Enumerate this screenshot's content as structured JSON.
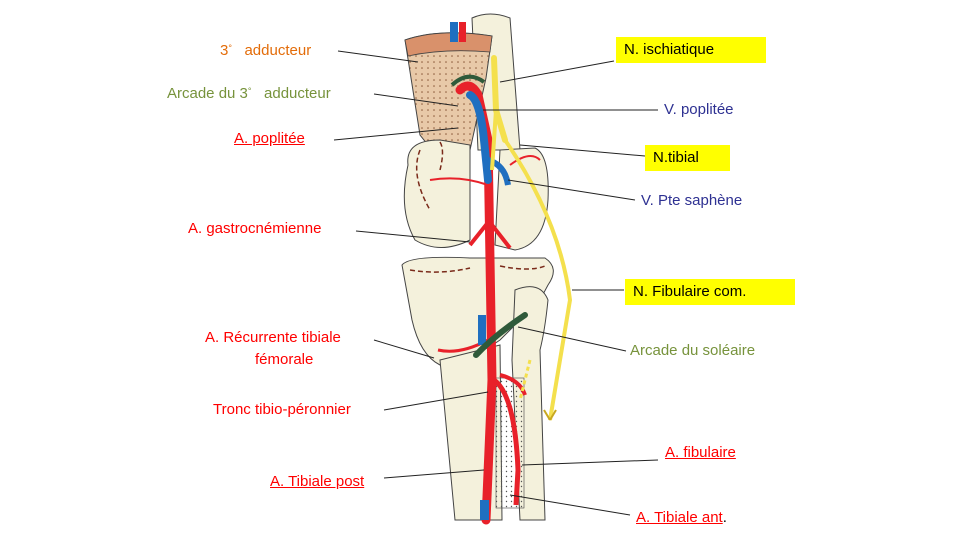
{
  "colors": {
    "orange": "#e36c09",
    "green": "#77933c",
    "red": "#ff0000",
    "blue": "#2e3192",
    "artery": "#e8212a",
    "vein": "#1f6fc0",
    "nerve": "#f4e04d",
    "muscle": "#d9916b",
    "bone": "#f4f1dc",
    "tendon": "#2f5a3a"
  },
  "labels": {
    "adductor3_num": "3",
    "adductor3_deg": "°",
    "adductor3_word": "adducteur",
    "arcade3_pre": "Arcade du 3",
    "arcade3_deg": "°",
    "arcade3_word": "adducteur",
    "a_poplitee": "A. poplitée",
    "a_gastro": "A. gastrocnémienne",
    "a_recurrente_1": "A. Récurrente tibiale",
    "a_recurrente_2": "fémorale",
    "tronc": "Tronc tibio-péronnier",
    "a_tibiale_post": "A. Tibiale post",
    "n_ischiatique": "N. ischiatique",
    "v_poplitee": "V. poplitée",
    "n_tibial": "N.tibial",
    "v_pte_saphene": "V. Pte saphène",
    "n_fibulaire": "N. Fibulaire com.",
    "arcade_soleaire": "Arcade du soléaire",
    "a_fibulaire": "A. fibulaire",
    "a_tibiale_ant": "A. Tibiale ant",
    "a_tibiale_ant_dot": "."
  }
}
